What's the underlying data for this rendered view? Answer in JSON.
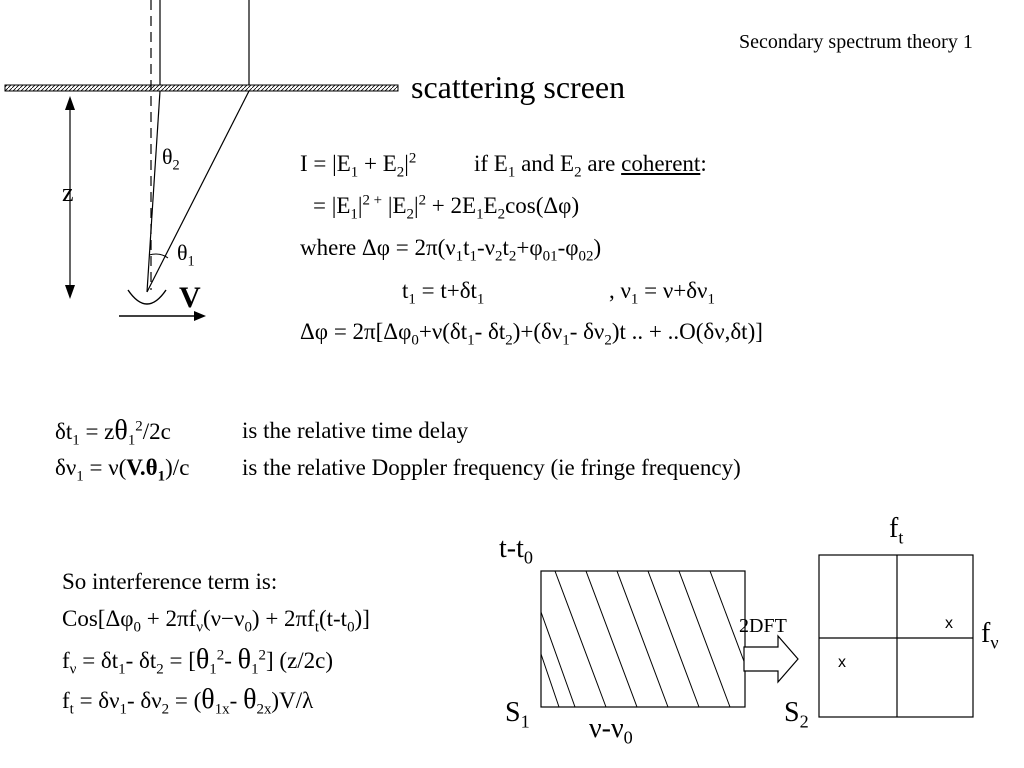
{
  "title": "Secondary spectrum theory 1",
  "diagram": {
    "screen_label": "scattering screen",
    "theta2": "θ",
    "theta2_sub": "2",
    "theta1": "θ",
    "theta1_sub": "1",
    "z": "z",
    "v": "V"
  },
  "equations": {
    "l1_a": "I = |E",
    "l1_b": "1",
    "l1_c": " + E",
    "l1_d": "2",
    "l1_e": "|",
    "l1_f": "2",
    "l1_g": "if E",
    "l1_h": "1",
    "l1_i": " and E",
    "l1_j": "2",
    "l1_k": " are ",
    "l1_l": "coherent",
    "l1_m": ":",
    "l2_a": "= |E",
    "l2_b": "1",
    "l2_c": "|",
    "l2_d": "2 +",
    "l2_e": " |E",
    "l2_f": "2",
    "l2_g": "|",
    "l2_h": "2",
    "l2_i": " + 2E",
    "l2_j": "1",
    "l2_k": "E",
    "l2_l": "2",
    "l2_m": "cos(Δφ)",
    "l3_a": "where Δφ = 2π(ν",
    "l3_b": "1",
    "l3_c": "t",
    "l3_d": "1",
    "l3_e": "-ν",
    "l3_f": "2",
    "l3_g": "t",
    "l3_h": "2",
    "l3_i": "+φ",
    "l3_j": "01",
    "l3_k": "-φ",
    "l3_l": "02",
    "l3_m": ")",
    "l4_a": "t",
    "l4_b": "1",
    "l4_c": " = t+δt",
    "l4_d": "1",
    "l4_e": ",   ν",
    "l4_f": "1",
    "l4_g": " = ν+δν",
    "l4_h": "1",
    "l5_a": "Δφ = 2π[Δφ",
    "l5_b": "0",
    "l5_c": "+ν(δt",
    "l5_d": "1",
    "l5_e": "- δt",
    "l5_f": "2",
    "l5_g": ")+(δν",
    "l5_h": "1",
    "l5_i": "- δν",
    "l5_j": "2",
    "l5_k": ")t .. + ..O(δν,δt)]"
  },
  "definitions": {
    "d1_a": "δt",
    "d1_b": "1",
    "d1_c": " = z",
    "d1_d": "θ",
    "d1_e": "1",
    "d1_f": "2",
    "d1_g": "/2c",
    "d1_h": "is the relative time delay",
    "d2_a": "δν",
    "d2_b": "1",
    "d2_c": " = ν(",
    "d2_d": "V",
    "d2_e": ".",
    "d2_f": "θ",
    "d2_g": "1",
    "d2_h": ")/c",
    "d2_i": "is the relative Doppler frequency (ie fringe frequency)"
  },
  "interference": {
    "i1": "So interference term is:",
    "i2_a": "Cos[Δφ",
    "i2_b": "0",
    "i2_c": " + 2πf",
    "i2_d": "ν",
    "i2_e": "(ν−ν",
    "i2_f": "0",
    "i2_g": ") + 2πf",
    "i2_h": "t",
    "i2_i": "(t-t",
    "i2_j": "0",
    "i2_k": ")]",
    "i3_a": "f",
    "i3_b": "ν",
    "i3_c": " = δt",
    "i3_d": "1",
    "i3_e": "- δt",
    "i3_f": "2",
    "i3_g": " = [",
    "i3_h": "θ",
    "i3_i": "1",
    "i3_j": "2",
    "i3_k": "- ",
    "i3_l": "θ",
    "i3_m": "1",
    "i3_n": "2",
    "i3_o": "] (z/2c)",
    "i4_a": "f",
    "i4_b": "t",
    "i4_c": " = δν",
    "i4_d": "1",
    "i4_e": "- δν",
    "i4_f": "2",
    "i4_g": " = (",
    "i4_h": "θ",
    "i4_i": "1x",
    "i4_j": "- ",
    "i4_k": "θ",
    "i4_l": "2x",
    "i4_m": ")V/λ"
  },
  "plots": {
    "left_y_a": "t-t",
    "left_y_b": "0",
    "left_corner_a": "S",
    "left_corner_b": "1",
    "left_x_a": "ν-ν",
    "left_x_b": "0",
    "arrow_label": "2DFT",
    "right_top_a": "f",
    "right_top_b": "t",
    "right_side_a": "f",
    "right_side_b": "ν",
    "right_corner_a": "S",
    "right_corner_b": "2",
    "mark1": "x",
    "mark2": "x"
  }
}
